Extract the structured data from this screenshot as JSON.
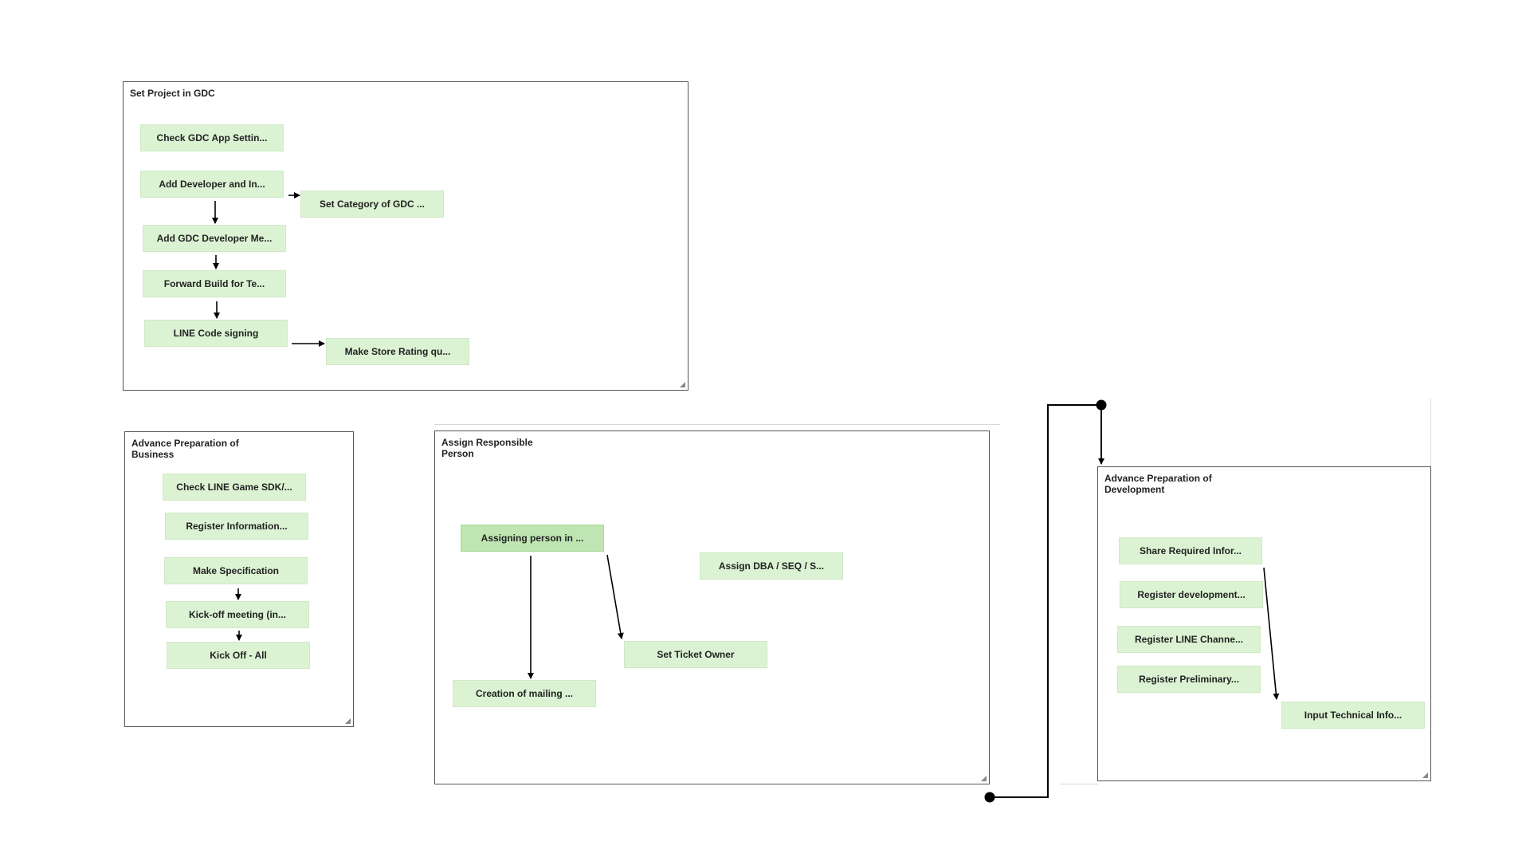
{
  "groups": {
    "gdc": {
      "title": "Set Project in GDC"
    },
    "business": {
      "title": "Advance Preparation of\nBusiness"
    },
    "assign": {
      "title": "Assign Responsible\nPerson"
    },
    "development": {
      "title": "Advance Preparation of\nDevelopment"
    }
  },
  "nodes": {
    "gdc": [
      "Check GDC App Settin...",
      "Add Developer and In...",
      "Set Category of GDC ...",
      "Add GDC Developer Me...",
      "Forward Build for Te...",
      "LINE Code signing",
      "Make Store Rating qu..."
    ],
    "business": [
      "Check LINE Game SDK/...",
      "Register Information...",
      "Make Specification",
      "Kick-off meeting (in...",
      "Kick Off - All"
    ],
    "assign": [
      "Assigning person in ...",
      "Assign DBA / SEQ / S...",
      "Set Ticket Owner",
      "Creation of mailing ..."
    ],
    "development": [
      "Share Required Infor...",
      "Register development...",
      "Register LINE Channe...",
      "Register Preliminary...",
      "Input Technical Info..."
    ]
  },
  "colors": {
    "node_fill": "#dcf3d3",
    "node_selected_fill": "#bfe5b2",
    "edge": "#000000",
    "group_border": "#555555"
  }
}
